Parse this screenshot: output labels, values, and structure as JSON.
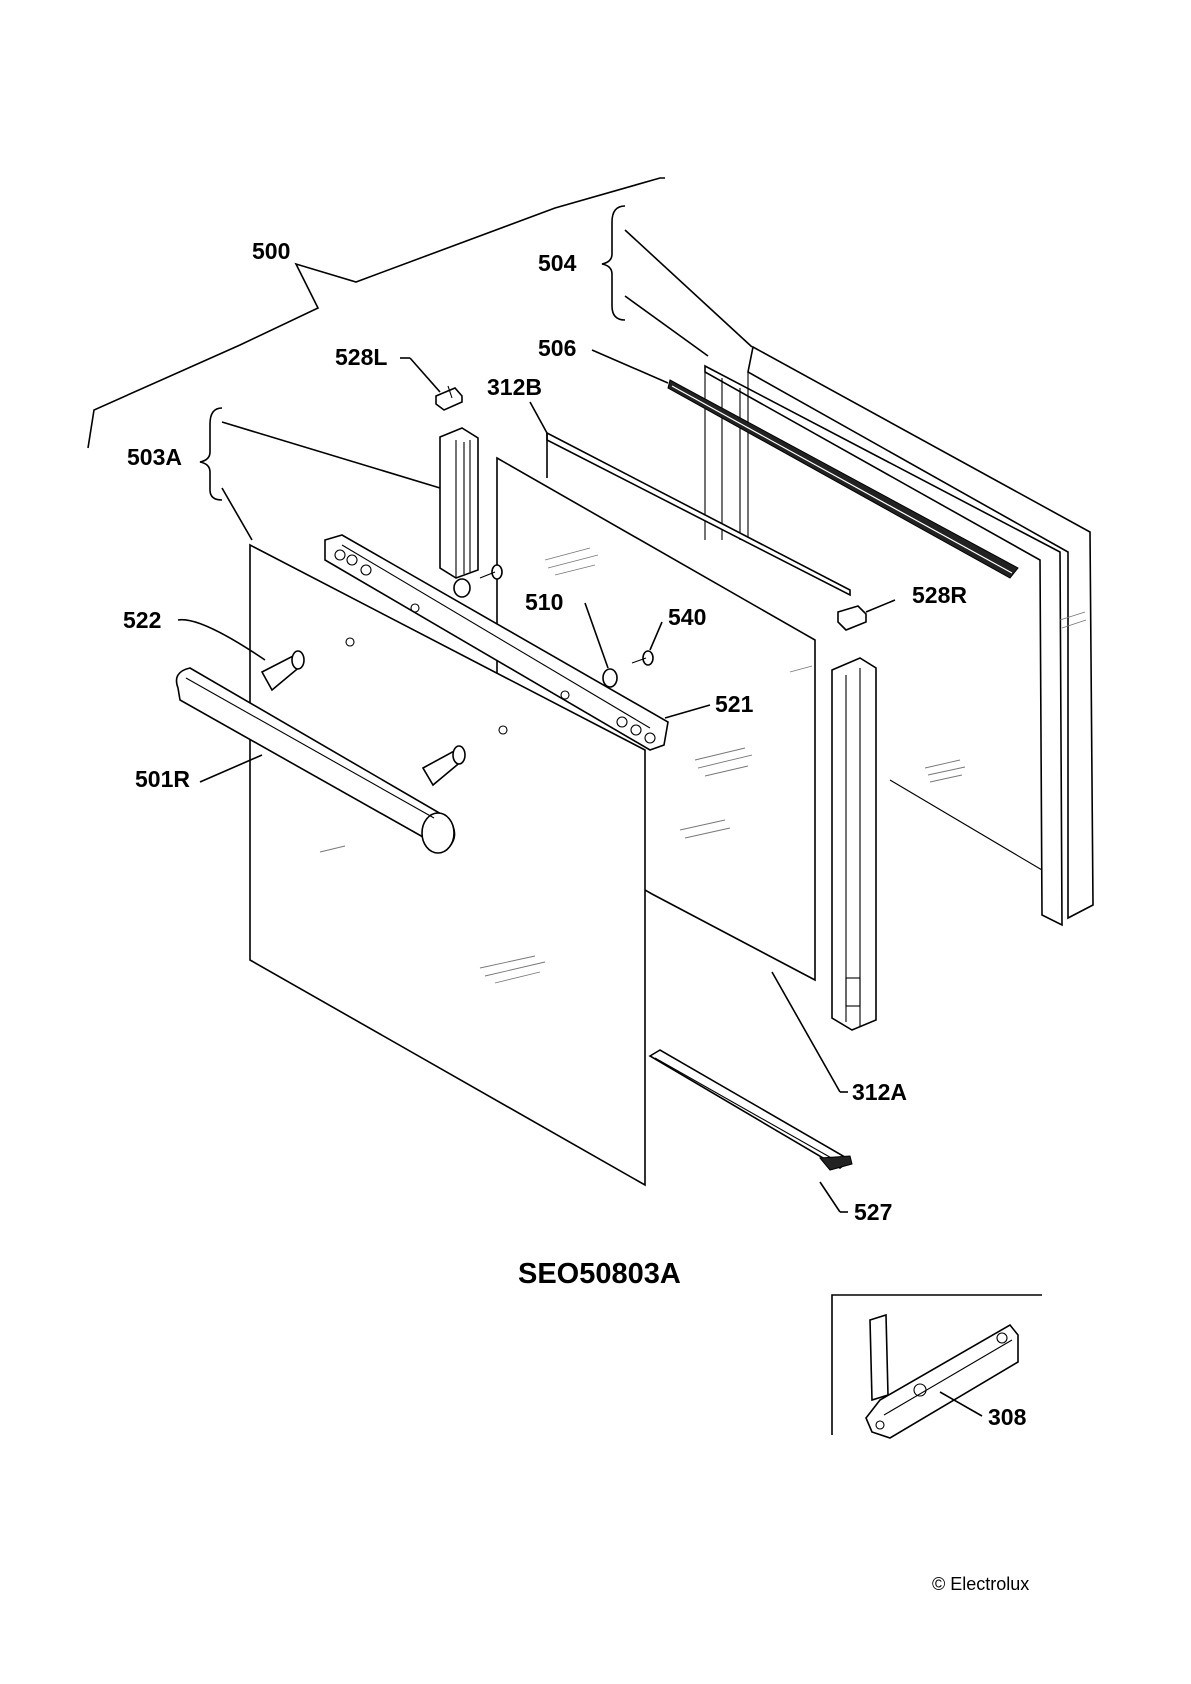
{
  "diagram": {
    "drawing_code": "SEO50803A",
    "copyright": "© Electrolux",
    "parts": [
      {
        "id": "p500",
        "label": "500"
      },
      {
        "id": "p504",
        "label": "504"
      },
      {
        "id": "p506",
        "label": "506"
      },
      {
        "id": "p528L",
        "label": "528L"
      },
      {
        "id": "p312B",
        "label": "312B"
      },
      {
        "id": "p503A",
        "label": "503A"
      },
      {
        "id": "p522",
        "label": "522"
      },
      {
        "id": "p510",
        "label": "510"
      },
      {
        "id": "p540",
        "label": "540"
      },
      {
        "id": "p528R",
        "label": "528R"
      },
      {
        "id": "p521",
        "label": "521"
      },
      {
        "id": "p501R",
        "label": "501R"
      },
      {
        "id": "p312A",
        "label": "312A"
      },
      {
        "id": "p527",
        "label": "527"
      },
      {
        "id": "p308",
        "label": "308"
      }
    ]
  }
}
